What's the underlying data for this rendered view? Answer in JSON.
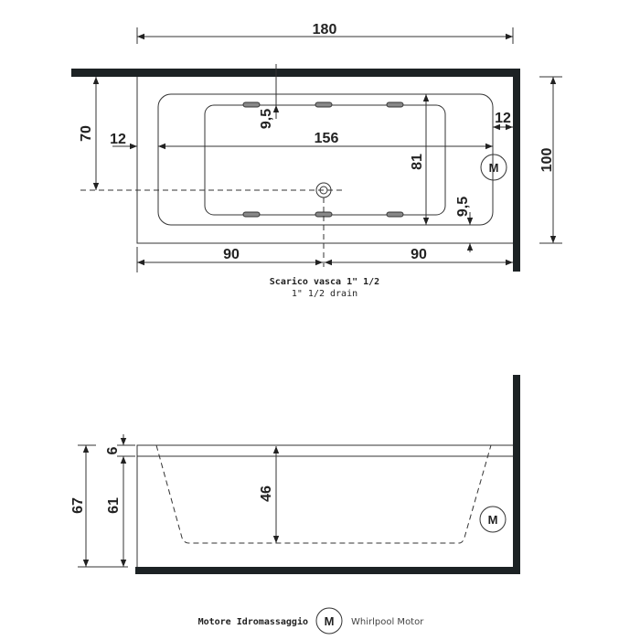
{
  "top_view": {
    "dims": {
      "total_length": "180",
      "depth_to_drain": "70",
      "total_width": "100",
      "left_rim": "12",
      "right_rim": "12",
      "basin_length": "156",
      "basin_width": "81",
      "top_jet_offset": "9,5",
      "bottom_rim_offset": "9,5",
      "left_half": "90",
      "right_half": "90"
    },
    "drain_caption": "Scarico vasca 1\" 1/2",
    "drain_caption_en": "1\" 1/2  drain",
    "motor_symbol": "M"
  },
  "side_view": {
    "dims": {
      "total_height": "67",
      "rim_thickness": "6",
      "body_height": "61",
      "basin_depth": "46"
    },
    "motor_symbol": "M"
  },
  "legend": {
    "label_it": "Motore Idromassaggio",
    "symbol": "M",
    "label_en": "Whirlpool Motor"
  }
}
